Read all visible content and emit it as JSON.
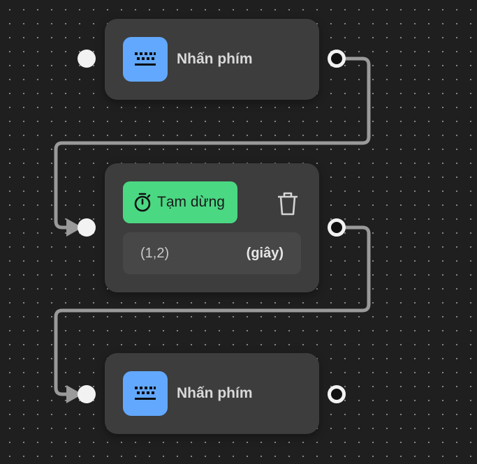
{
  "nodes": [
    {
      "type": "key_press",
      "label": "Nhấn phím",
      "icon": "keyboard-icon"
    },
    {
      "type": "pause",
      "label": "Tạm dừng",
      "icon": "timer-icon",
      "delete_icon": "trash-icon",
      "param_value": "(1,2)",
      "param_unit": "(giây)"
    },
    {
      "type": "key_press",
      "label": "Nhấn phím",
      "icon": "keyboard-icon"
    }
  ],
  "colors": {
    "background": "#1f1f1f",
    "node": "#3d3d3d",
    "keyboard_icon_bg": "#62a8ff",
    "pause_button": "#4bd883",
    "edge": "#9a9a9a"
  }
}
